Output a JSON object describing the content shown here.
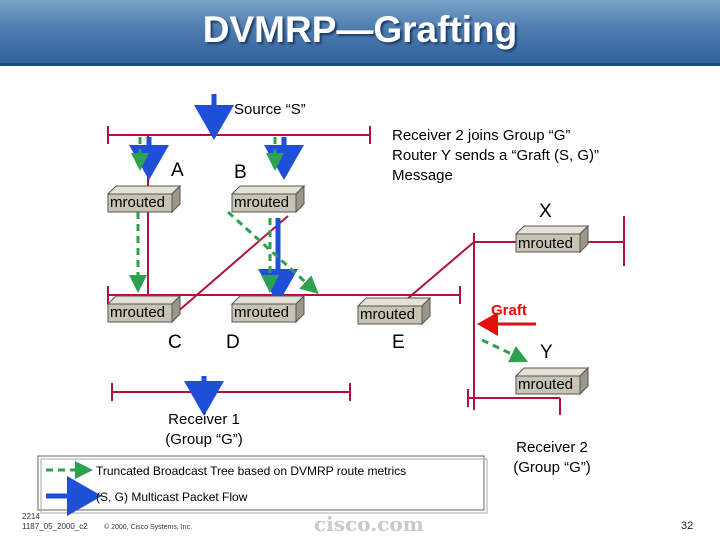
{
  "title": "DVMRP—Grafting",
  "source_label": "Source “S”",
  "notes": {
    "line1": "Receiver 2 joins Group “G”",
    "line2": "Router Y sends a “Graft (S, G)”",
    "line3": "Message"
  },
  "routers": {
    "A": {
      "name": "A",
      "label": "mrouted"
    },
    "B": {
      "name": "B",
      "label": "mrouted"
    },
    "C": {
      "name": "C",
      "label": "mrouted"
    },
    "D": {
      "name": "D",
      "label": "mrouted"
    },
    "E": {
      "name": "E",
      "label": "mrouted"
    },
    "X": {
      "name": "X",
      "label": "mrouted"
    },
    "Y": {
      "name": "Y",
      "label": "mrouted"
    }
  },
  "graft_label": "Graft",
  "receiver1": {
    "line1": "Receiver 1",
    "line2": "(Group “G”)"
  },
  "receiver2": {
    "line1": "Receiver 2",
    "line2": "(Group “G”)"
  },
  "legend": {
    "truncated": "Truncated Broadcast Tree  based on DVMRP route metrics",
    "flow": "(S, G) Multicast Packet Flow"
  },
  "footer": {
    "code1": "2214",
    "code2": "1187_05_2000_c2",
    "copyright": "© 2000, Cisco Systems, Inc.",
    "logo": "cisco.com",
    "page": "32"
  },
  "colors": {
    "header_blue": "#2e5f9a",
    "network_line": "#b0123a",
    "tree_green": "#2fa050",
    "flow_blue": "#1e4fd6",
    "router_box": "#c8c4b4",
    "graft_red": "#ff0000"
  }
}
